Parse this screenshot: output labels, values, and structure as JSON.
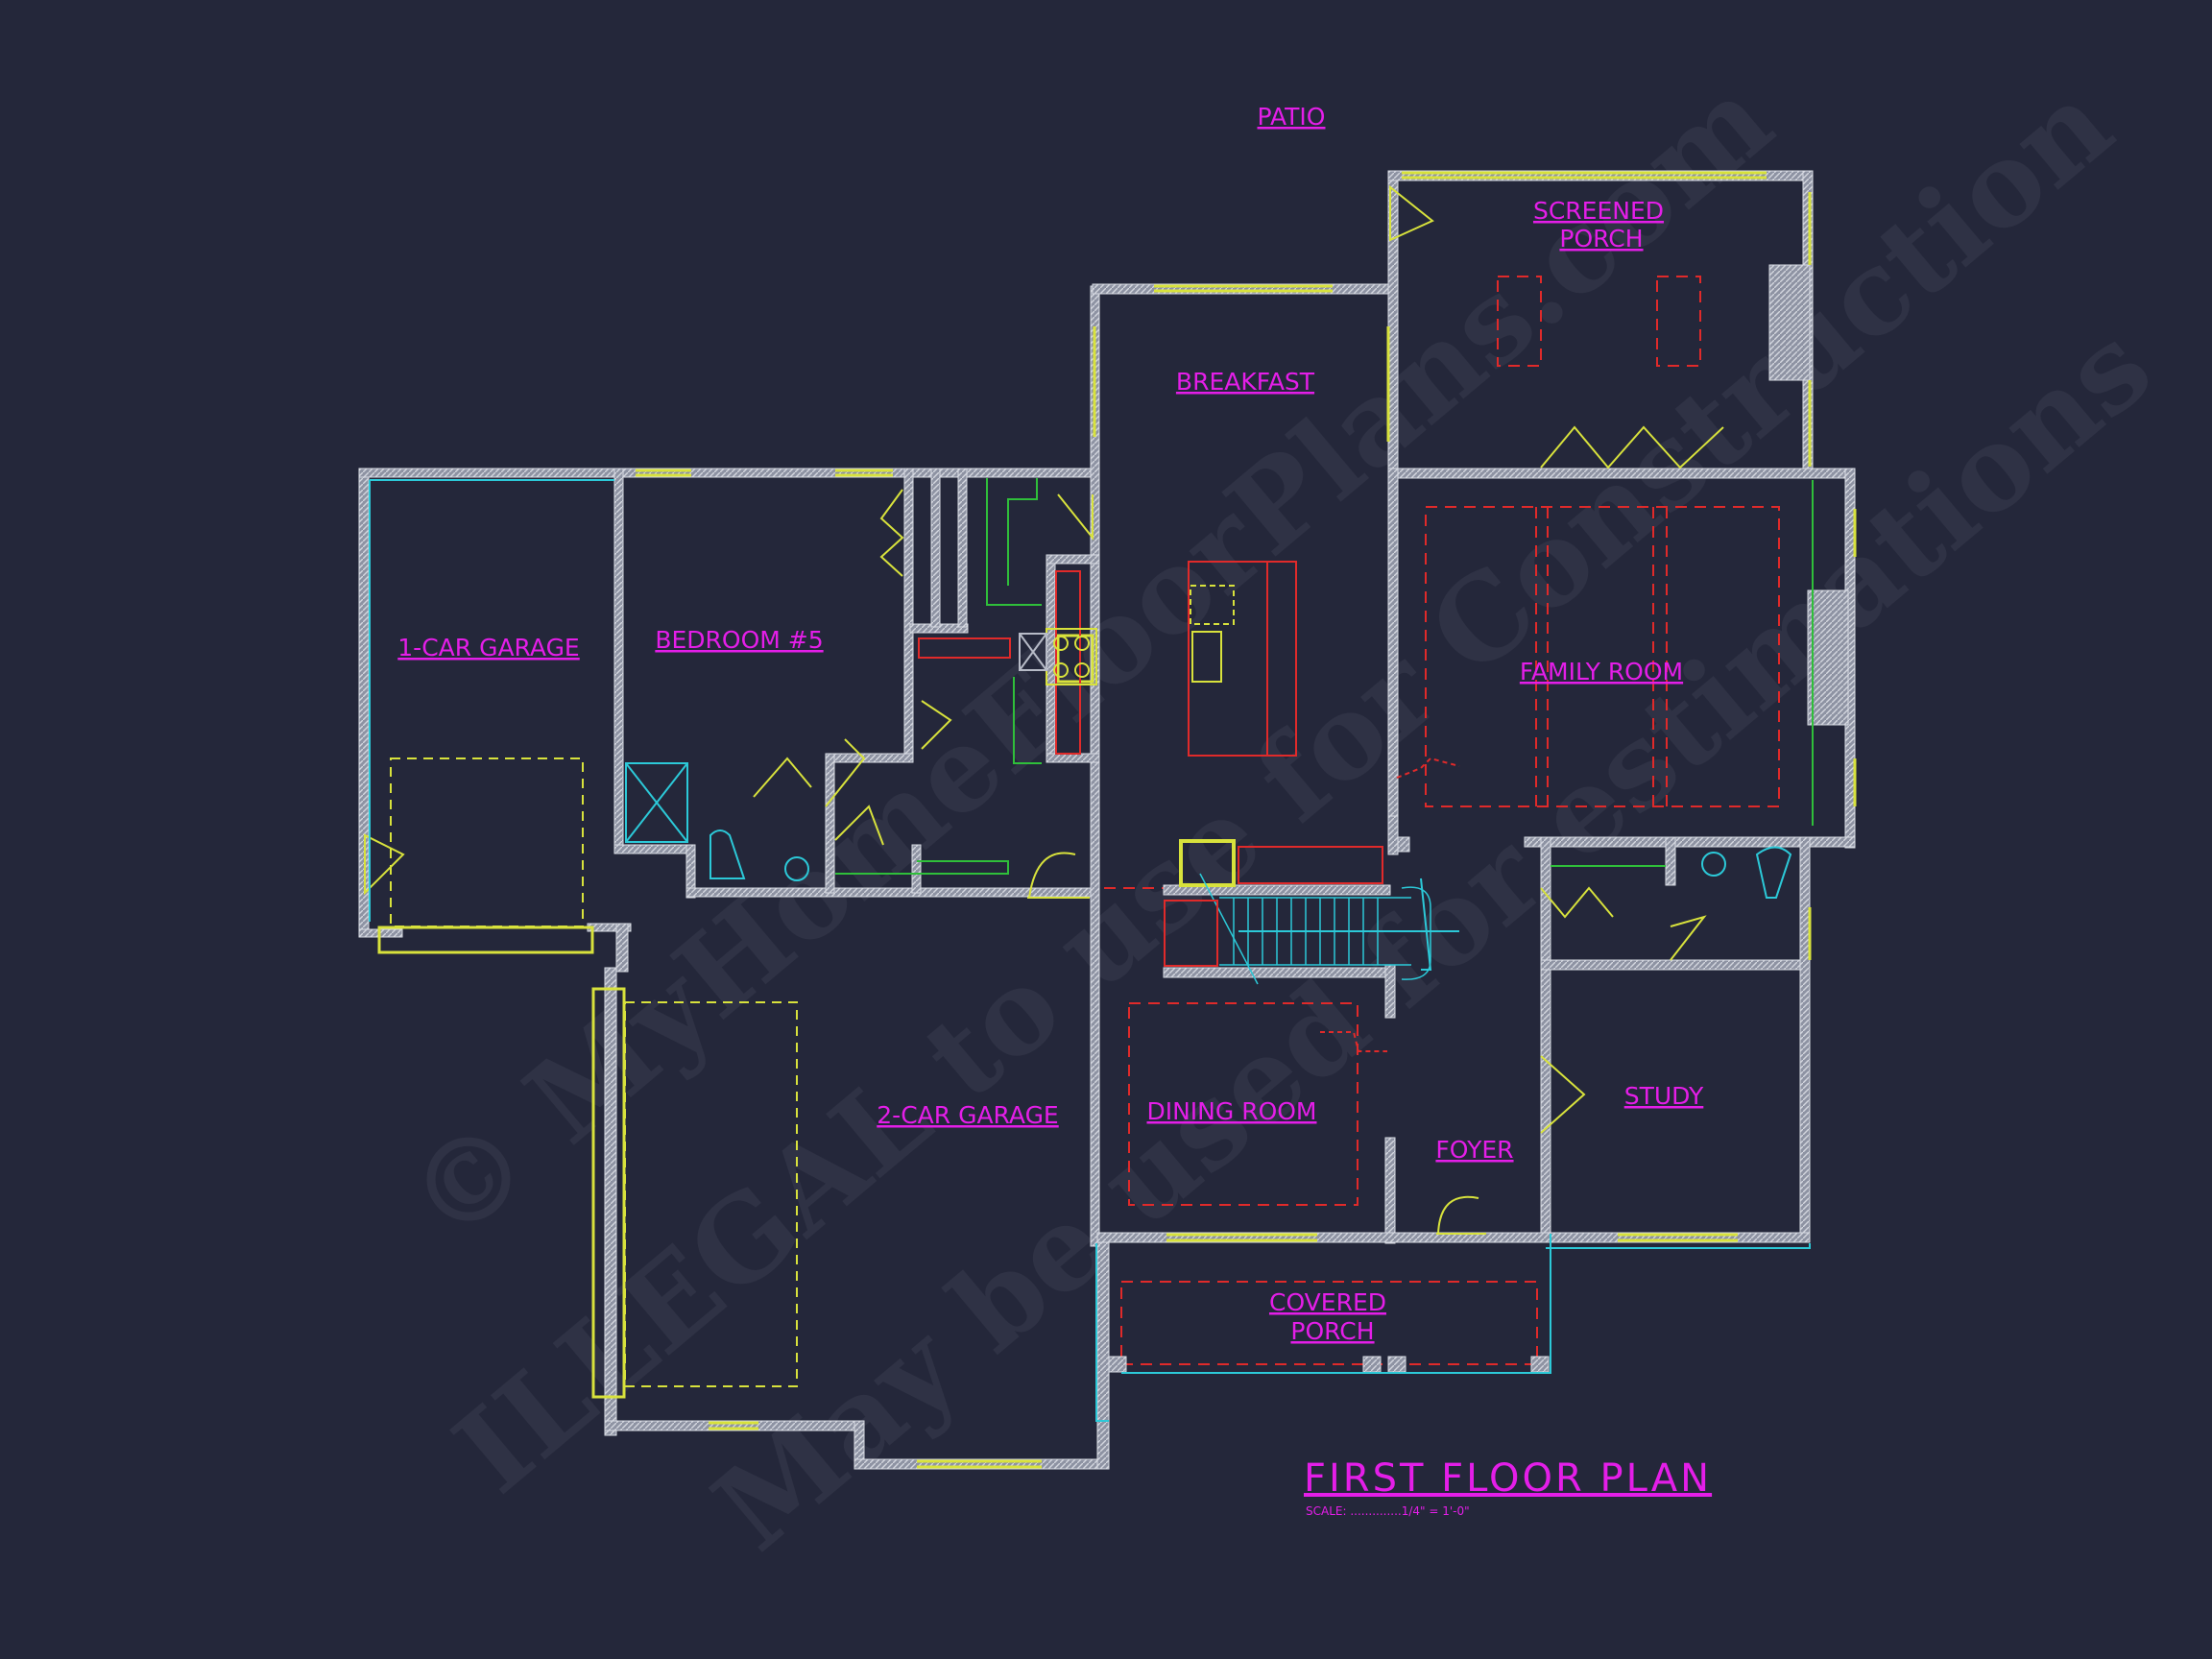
{
  "rooms": {
    "patio": "PATIO",
    "screened_porch": [
      "SCREENED",
      "PORCH"
    ],
    "breakfast": "BREAKFAST",
    "garage_1": "1-CAR GARAGE",
    "bedroom_5": "BEDROOM #5",
    "family_room": "FAMILY ROOM",
    "garage_2": "2-CAR GARAGE",
    "dining_room": "DINING ROOM",
    "foyer": "FOYER",
    "study": "STUDY",
    "covered_porch": [
      "COVERED",
      "PORCH"
    ]
  },
  "title_block": {
    "title": "FIRST FLOOR PLAN",
    "scale": "SCALE: ..............1/4\" = 1'-0\""
  },
  "watermark": {
    "line1": "© MyHomeFloorPlans.com",
    "line2": "ILLEGAL to use for Construction",
    "line3": "May be used for estimations"
  },
  "colors": {
    "background": "#24273a",
    "wall": "#b7bbc7",
    "window": "#d8e23c",
    "label": "#e41ee8",
    "fixture": "#2cc9d8",
    "ceiling": "#e02a2a",
    "cabinet": "#2fbf3a"
  }
}
